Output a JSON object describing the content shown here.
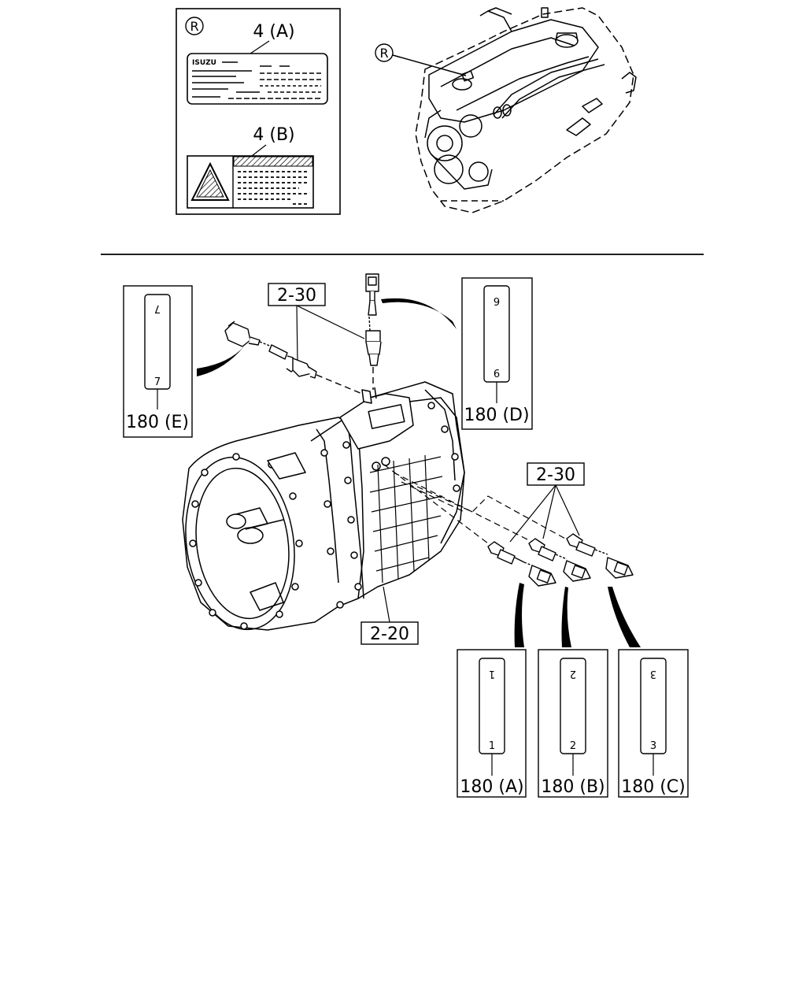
{
  "labels_panel": {
    "marker": "R",
    "label_a_callout": "4 (A)",
    "label_b_callout": "4 (B)",
    "brand_text": "ISUZU"
  },
  "engine_marker": "R",
  "sensor_callout_top": "2-30",
  "sensor_callout_bottom": "2-30",
  "transmission_callout": "2-20",
  "tags": [
    {
      "id": "e",
      "top_mark": "7",
      "bottom_mark": "7",
      "caption": "180 (E)"
    },
    {
      "id": "d",
      "top_mark": "6",
      "bottom_mark": "6",
      "caption": "180 (D)"
    },
    {
      "id": "a",
      "top_mark": "1",
      "bottom_mark": "1",
      "caption": "180 (A)"
    },
    {
      "id": "b",
      "top_mark": "2",
      "bottom_mark": "2",
      "caption": "180 (B)"
    },
    {
      "id": "c",
      "top_mark": "3",
      "bottom_mark": "3",
      "caption": "180 (C)"
    }
  ]
}
